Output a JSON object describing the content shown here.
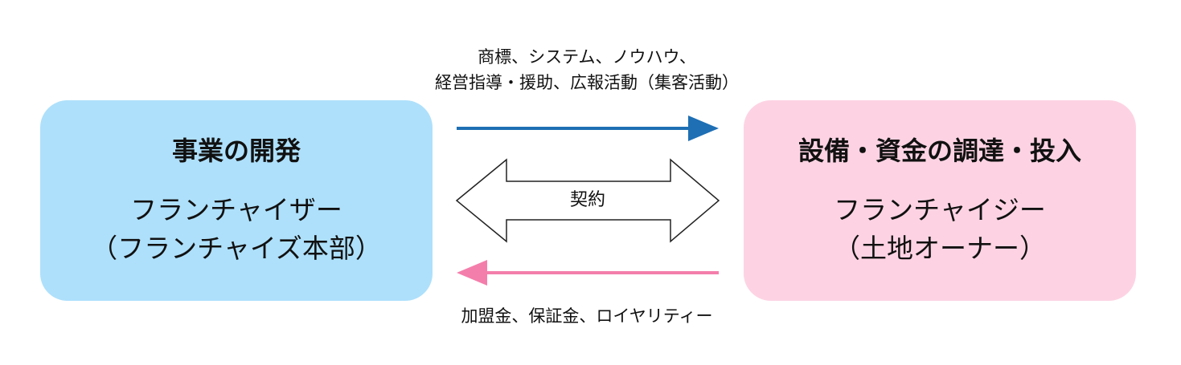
{
  "left_box": {
    "title": "事業の開発",
    "line1": "フランチャイザー",
    "line2": "（フランチャイズ本部）"
  },
  "right_box": {
    "title": "設備・資金の調達・投入",
    "line1": "フランチャイジー",
    "line2": "（土地オーナー）"
  },
  "top_caption": {
    "line1": "商標、システム、ノウハウ、",
    "line2": "経営指導・援助、広報活動（集客活動）"
  },
  "contract_label": "契約",
  "bottom_caption": "加盟金、保証金、ロイヤリティー",
  "colors": {
    "left_box_fill": "#aee0fb",
    "right_box_fill": "#fdd3e3",
    "top_arrow": "#1e6fb4",
    "bottom_arrow": "#f47eab",
    "contract_arrow_stroke": "#222222"
  }
}
